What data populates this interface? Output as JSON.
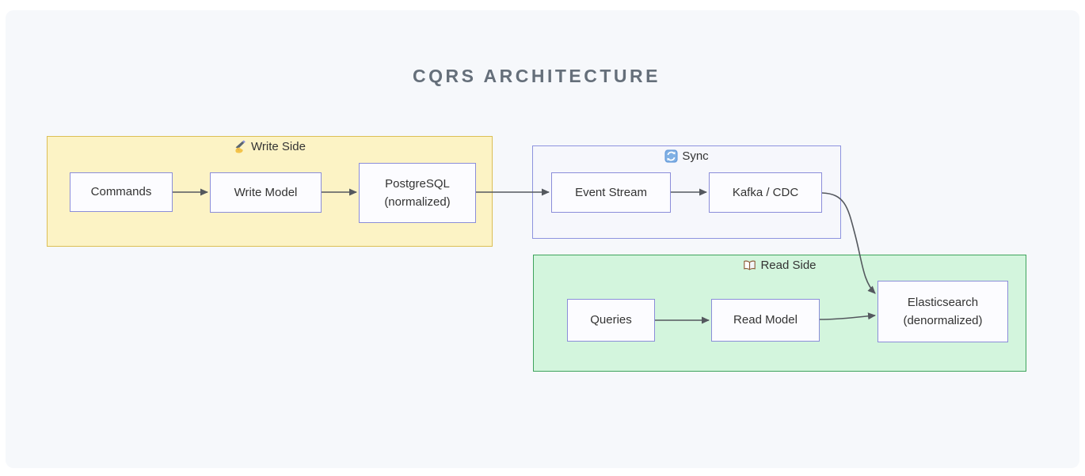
{
  "title": "CQRS ARCHITECTURE",
  "colors": {
    "panel_background": "#f6f8fb",
    "title_text": "#656f7a",
    "node_text": "#333333",
    "write_fill": "#fcf3c5",
    "write_border": "#dcbf55",
    "sync_fill": "#f6f7fc",
    "sync_border": "#8d93de",
    "read_fill": "#d3f5dd",
    "read_border": "#3ea35c",
    "node_fill": "#fcfcff",
    "node_border": "#8b8dd9",
    "edge": "#54585e"
  },
  "groups": {
    "write": {
      "label": "Write Side",
      "icon": "writing-hand-icon",
      "nodes": {
        "commands": {
          "label": "Commands"
        },
        "write_model": {
          "label": "Write Model"
        },
        "postgresql": {
          "line1": "PostgreSQL",
          "line2": "(normalized)"
        }
      }
    },
    "sync": {
      "label": "Sync",
      "icon": "sync-icon",
      "nodes": {
        "event_stream": {
          "label": "Event Stream"
        },
        "kafka": {
          "label": "Kafka / CDC"
        }
      }
    },
    "read": {
      "label": "Read Side",
      "icon": "open-book-icon",
      "nodes": {
        "queries": {
          "label": "Queries"
        },
        "read_model": {
          "label": "Read Model"
        },
        "elasticsearch": {
          "line1": "Elasticsearch",
          "line2": "(denormalized)"
        }
      }
    }
  },
  "edges": [
    {
      "from": "Commands",
      "to": "Write Model"
    },
    {
      "from": "Write Model",
      "to": "PostgreSQL (normalized)"
    },
    {
      "from": "PostgreSQL (normalized)",
      "to": "Event Stream"
    },
    {
      "from": "Event Stream",
      "to": "Kafka / CDC"
    },
    {
      "from": "Kafka / CDC",
      "to": "Elasticsearch (denormalized)"
    },
    {
      "from": "Queries",
      "to": "Read Model"
    },
    {
      "from": "Read Model",
      "to": "Elasticsearch (denormalized)"
    }
  ]
}
